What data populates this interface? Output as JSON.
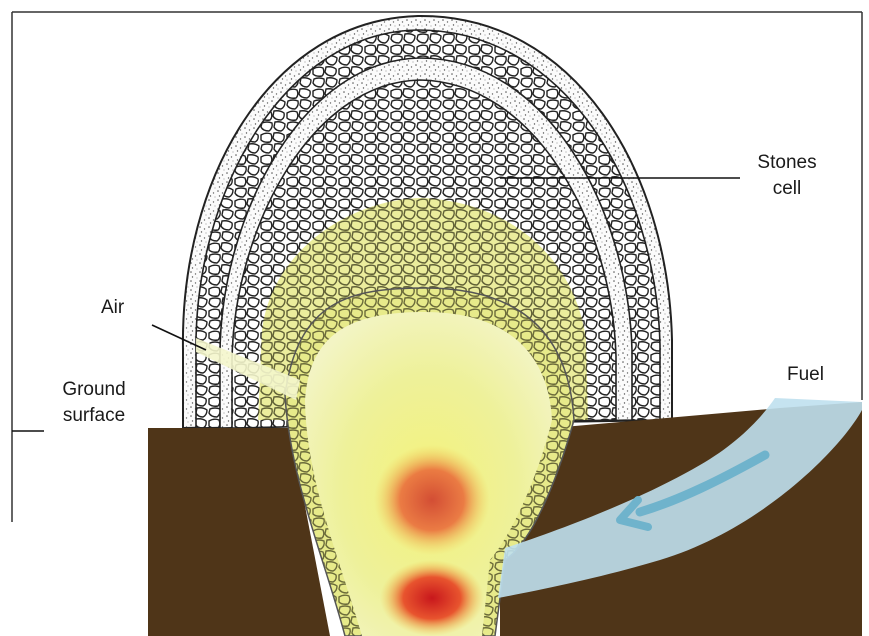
{
  "labels": {
    "stones": [
      "Stones",
      "cell"
    ],
    "air": "Air",
    "ground": [
      "Ground",
      "surface"
    ],
    "fuel": "Fuel"
  },
  "colors": {
    "soil": "#4f3518",
    "fuel_stream": "#bfe0ee",
    "fuel_arrow": "#6fb3cc",
    "glow": "#eef08e",
    "flame": "#d8262a",
    "stone_outline": "#222222"
  }
}
